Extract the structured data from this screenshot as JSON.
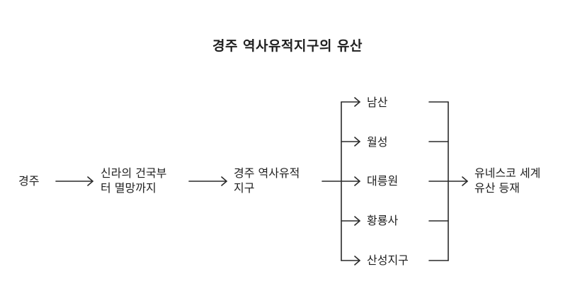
{
  "title": "경주 역사유적지구의 유산",
  "nodes": {
    "gyeongju": "경주",
    "history": "신라의 건국부\n터 멸망까지",
    "district": "경주 역사유적\n지구",
    "namsan": "남산",
    "wolseong": "월성",
    "daereungwon": "대릉원",
    "hwangnyongsa": "황룡사",
    "sanseong": "산성지구",
    "unesco": "유네스코 세계\n유산 등재"
  }
}
